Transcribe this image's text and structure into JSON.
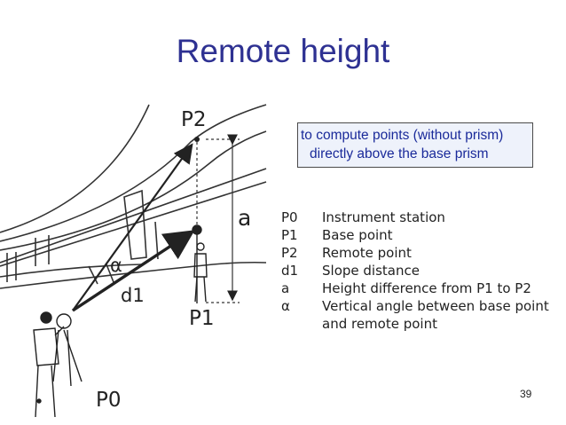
{
  "title": "Remote height",
  "callout": {
    "line1": "to compute points (without prism)",
    "line2": "directly above the base prism"
  },
  "diagram_labels": {
    "p2": "P2",
    "p1": "P1",
    "p0": "P0",
    "a": "a",
    "alpha": "α",
    "d1": "d1"
  },
  "legend": [
    {
      "symbol": "P0",
      "description": "Instrument station"
    },
    {
      "symbol": "P1",
      "description": "Base point"
    },
    {
      "symbol": "P2",
      "description": "Remote point"
    },
    {
      "symbol": "d1",
      "description": "Slope distance"
    },
    {
      "symbol": "a",
      "description": "Height difference from P1 to P2"
    },
    {
      "symbol": "α",
      "description": "Vertical angle between base point"
    },
    {
      "symbol": "",
      "description": "and remote point"
    }
  ],
  "page_number": "39"
}
